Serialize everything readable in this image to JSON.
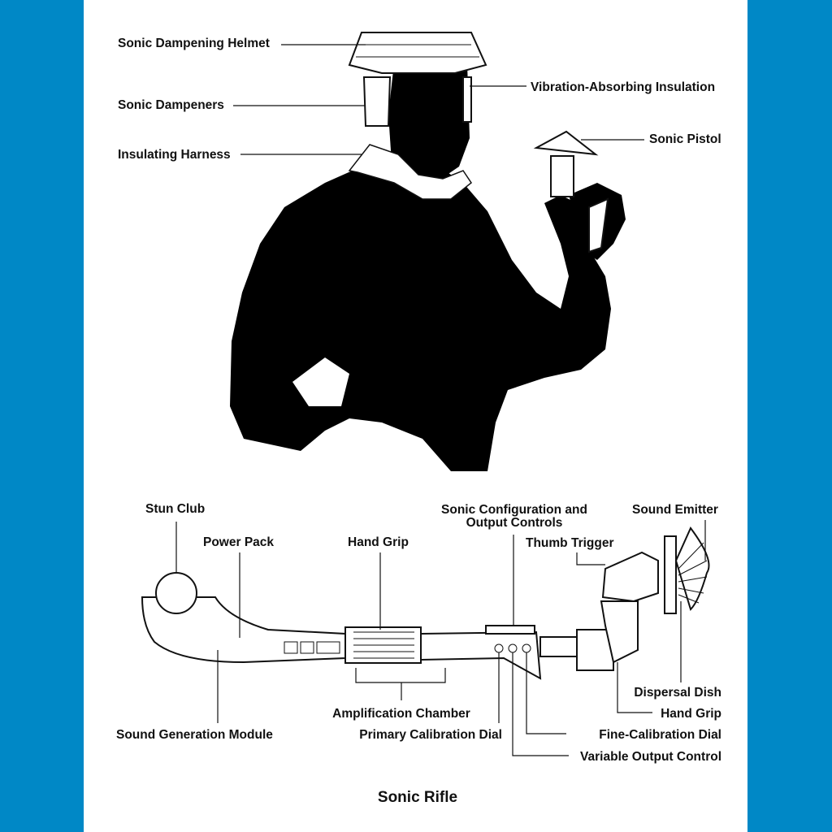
{
  "colors": {
    "border": "#0088c6",
    "page": "#ffffff",
    "ink": "#111111"
  },
  "figure_labels": {
    "helmet": "Sonic Dampening Helmet",
    "insulation": "Vibration-Absorbing Insulation",
    "dampeners": "Sonic Dampeners",
    "pistol": "Sonic Pistol",
    "harness": "Insulating Harness"
  },
  "rifle_labels": {
    "stun_club": "Stun Club",
    "power_pack": "Power Pack",
    "hand_grip_main": "Hand Grip",
    "config_line1": "Sonic Configuration and",
    "config_line2": "Output Controls",
    "sound_emitter": "Sound Emitter",
    "thumb_trigger": "Thumb Trigger",
    "dispersal_dish": "Dispersal Dish",
    "hand_grip_rear": "Hand Grip",
    "amplification": "Amplification Chamber",
    "sound_generation": "Sound Generation Module",
    "primary_dial": "Primary Calibration Dial",
    "fine_dial": "Fine-Calibration Dial",
    "variable_output": "Variable Output Control"
  },
  "caption": "Sonic Rifle"
}
